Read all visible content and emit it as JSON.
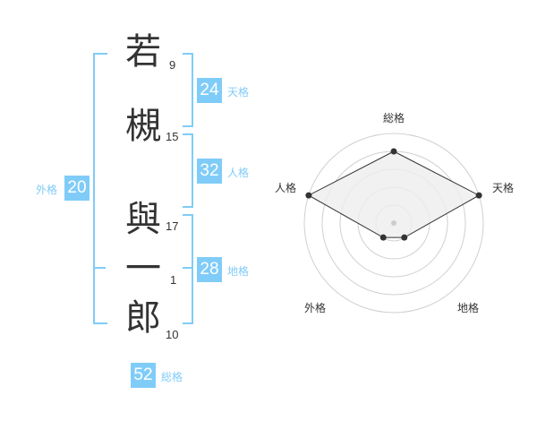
{
  "name": {
    "chars": [
      {
        "char": "若",
        "strokes": "9"
      },
      {
        "char": "槻",
        "strokes": "15"
      },
      {
        "char": "與",
        "strokes": "17"
      },
      {
        "char": "一",
        "strokes": "1"
      },
      {
        "char": "郎",
        "strokes": "10"
      }
    ]
  },
  "kaku": {
    "tenkaku": {
      "label": "天格",
      "value": "24"
    },
    "jinkaku": {
      "label": "人格",
      "value": "32"
    },
    "chikaku": {
      "label": "地格",
      "value": "28"
    },
    "gaikaku": {
      "label": "外格",
      "value": "20"
    },
    "soukaku": {
      "label": "総格",
      "value": "52"
    }
  },
  "chart_data": {
    "type": "radar",
    "axes": [
      "総格",
      "天格",
      "地格",
      "外格",
      "人格"
    ],
    "values": [
      4,
      5,
      1,
      1,
      5
    ],
    "range": [
      0,
      5
    ],
    "rings": 5,
    "colors": {
      "accent": "#80ccf8",
      "fill": "#eeeeee",
      "line": "#333333"
    }
  }
}
